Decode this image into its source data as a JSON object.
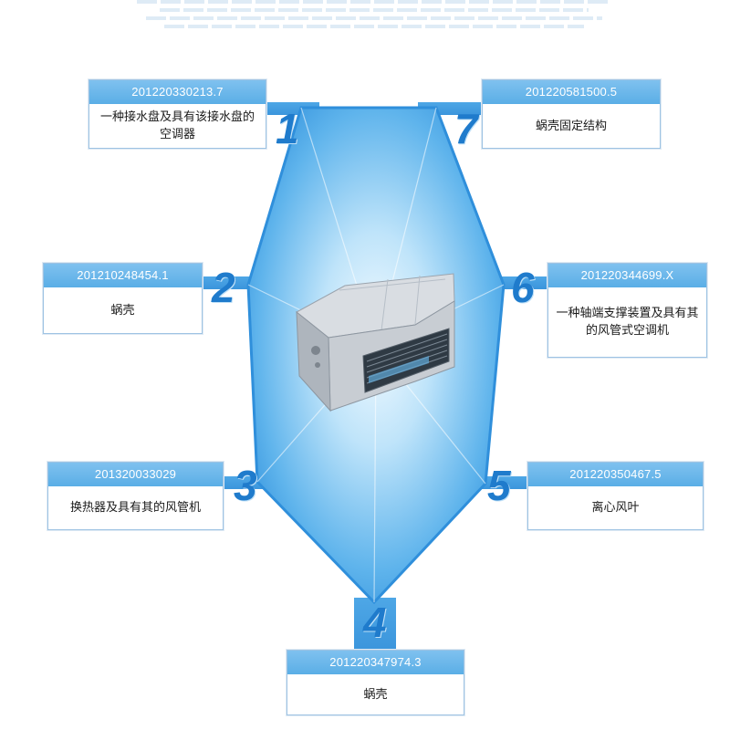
{
  "colors": {
    "accent": "#2d90dc",
    "light_blue": "#8ccbf2",
    "number_band": "#6bb7ea",
    "digit": "#1f7bcc"
  },
  "patents": [
    {
      "index": "1",
      "number": "201220330213.7",
      "title": "一种接水盘及具有该接水盘的空调器"
    },
    {
      "index": "2",
      "number": "201210248454.1",
      "title": "蜗壳"
    },
    {
      "index": "3",
      "number": "201320033029",
      "title": "换热器及具有其的风管机"
    },
    {
      "index": "4",
      "number": "201220347974.3",
      "title": "蜗壳"
    },
    {
      "index": "5",
      "number": "201220350467.5",
      "title": "离心风叶"
    },
    {
      "index": "6",
      "number": "201220344699.X",
      "title": "一种轴端支撑装置及具有其的风管式空调机"
    },
    {
      "index": "7",
      "number": "201220581500.5",
      "title": "蜗壳固定结构"
    }
  ],
  "product_image": "ducted-air-conditioner-unit"
}
